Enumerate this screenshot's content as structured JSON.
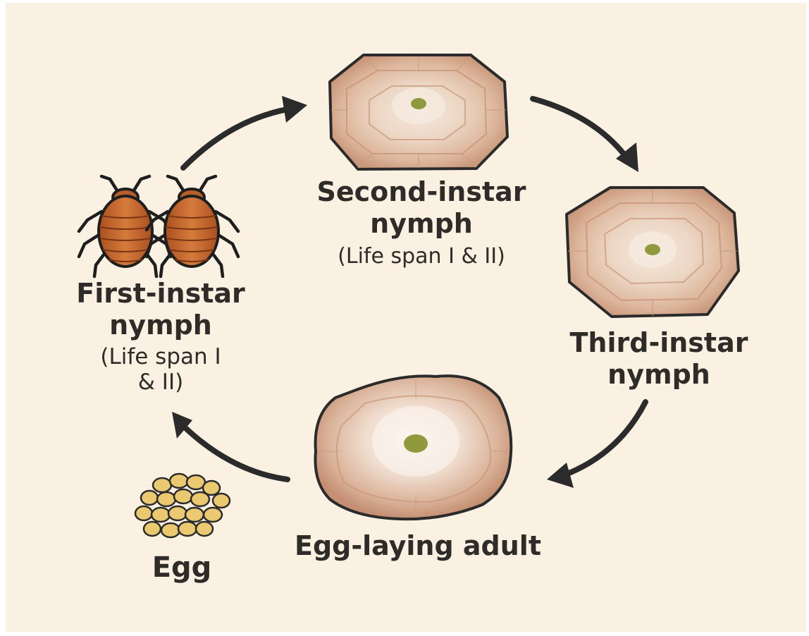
{
  "stages": {
    "second": {
      "line1": "Second-instar",
      "line2": "nymph",
      "span": "(Life span I & II)"
    },
    "first": {
      "line1": "First-instar",
      "line2": "nymph",
      "span1": "(Life span I",
      "span2": "& II)"
    },
    "third": {
      "line1": "Third-instar",
      "line2": "nymph"
    },
    "adult": {
      "label": "Egg-laying adult"
    },
    "egg": {
      "label": "Egg"
    }
  },
  "colors": {
    "background": "#faf1e2",
    "arrow": "#2b2b2b",
    "text": "#2e2b28",
    "bug_body": "#c8692e",
    "egg": "#e9c66a",
    "scale": "#e6c9b4"
  },
  "icons": [
    "bug-icon",
    "scale-insect-icon",
    "egg-cluster-icon",
    "cycle-arrow-icon"
  ]
}
